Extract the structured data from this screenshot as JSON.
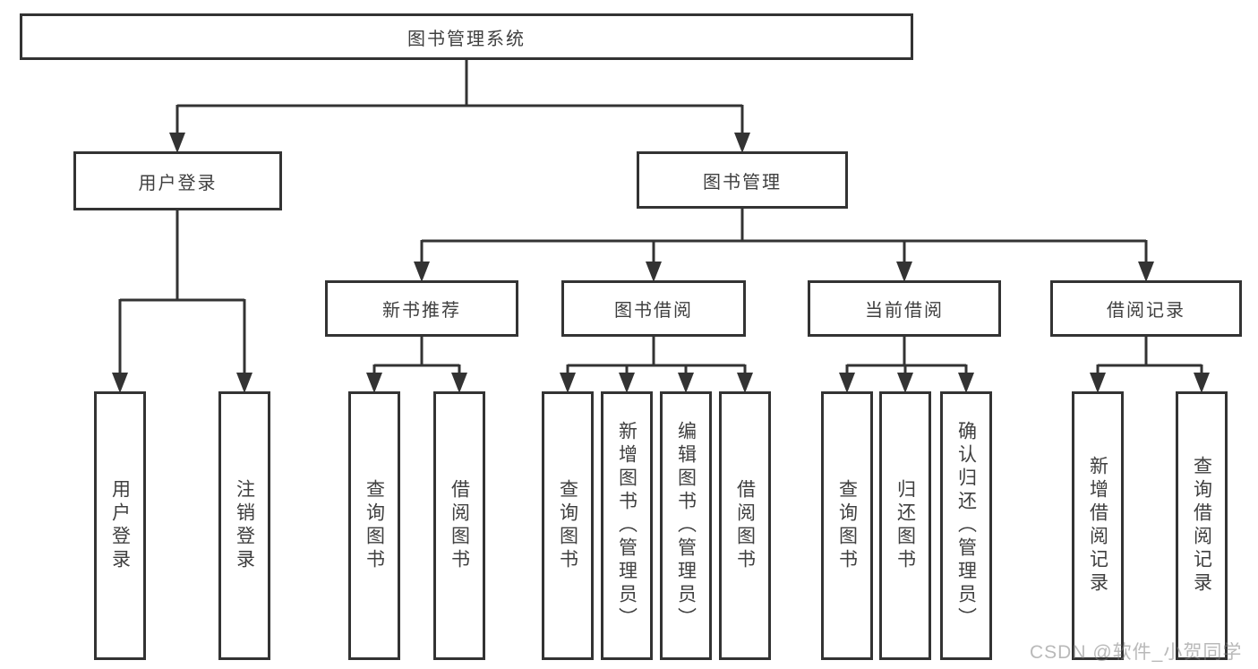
{
  "root": {
    "label": "图书管理系统"
  },
  "branches": [
    {
      "label": "用户登录",
      "leaves": [
        {
          "label": "用户登录"
        },
        {
          "label": "注销登录"
        }
      ]
    },
    {
      "label": "图书管理",
      "groups": [
        {
          "label": "新书推荐",
          "leaves": [
            {
              "label": "查询图书"
            },
            {
              "label": "借阅图书"
            }
          ]
        },
        {
          "label": "图书借阅",
          "leaves": [
            {
              "label": "查询图书"
            },
            {
              "label": "新增图书（管理员）"
            },
            {
              "label": "编辑图书（管理员）"
            },
            {
              "label": "借阅图书"
            }
          ]
        },
        {
          "label": "当前借阅",
          "leaves": [
            {
              "label": "查询图书"
            },
            {
              "label": "归还图书"
            },
            {
              "label": "确认归还（管理员）"
            }
          ]
        },
        {
          "label": "借阅记录",
          "leaves": [
            {
              "label": "新增借阅记录"
            },
            {
              "label": "查询借阅记录"
            }
          ]
        }
      ]
    }
  ],
  "watermark": "CSDN @软件_小贺同学",
  "colors": {
    "line": "#333333",
    "box_border": "#333333",
    "text": "#3f3f3f",
    "background": "#ffffff",
    "watermark": "#9e9e9e"
  }
}
